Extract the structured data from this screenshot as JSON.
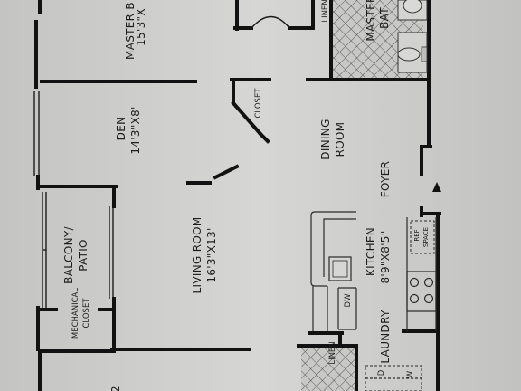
{
  "rooms": {
    "master_bedroom": {
      "name": "MASTER B",
      "dims": "15'3\"X"
    },
    "master_bath": {
      "name": "MASTER",
      "sub": "BAT"
    },
    "linen_top": "LINEN",
    "closet": "CLOSET",
    "den": {
      "name": "DEN",
      "dims": "14'3\"X8'"
    },
    "dining": {
      "name1": "DINING",
      "name2": "ROOM"
    },
    "foyer": "FOYER",
    "balcony": {
      "name1": "BALCONY/",
      "name2": "PATIO"
    },
    "living": {
      "name": "LIVING ROOM",
      "dims": "16'3\"X13'"
    },
    "kitchen": {
      "name": "KITCHEN",
      "dims": "8'9\"X8'5\""
    },
    "ref_space": {
      "name1": "REF",
      "name2": "SPACE"
    },
    "dw": "DW",
    "mechanical": {
      "name1": "MECHANICAL",
      "name2": "CLOSET"
    },
    "laundry": "LAUNDRY",
    "linen_bottom": "LINEN",
    "dryer": "D",
    "washer": "W",
    "partial_label": "2"
  }
}
